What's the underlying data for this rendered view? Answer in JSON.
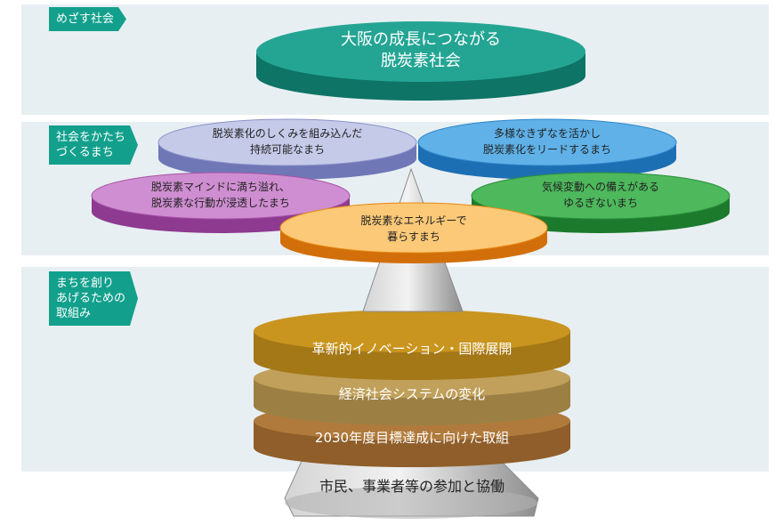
{
  "sections": {
    "goal": "めざす社会",
    "society_line1": "社会をかたち",
    "society_line2": "づくるまち",
    "action_line1": "まちを創り",
    "action_line2": "あげるための",
    "action_line3": "取組み"
  },
  "goal_disc": {
    "line1": "大阪の成長につながる",
    "line2": "脱炭素社会"
  },
  "discs": {
    "sustainable": {
      "line1": "脱炭素化のしくみを組み込んだ",
      "line2": "持続可能なまち"
    },
    "bonds": {
      "line1": "多様なきずなを活かし",
      "line2": "脱炭素化をリードするまち"
    },
    "behavior": {
      "line1": "脱炭素マインドに満ち溢れ、",
      "line2": "脱炭素な行動が浸透したまち"
    },
    "resilient": {
      "line1": "気候変動への備えがある",
      "line2": "ゆるぎないまち"
    },
    "energy": {
      "line1": "脱炭素なエネルギーで",
      "line2": "暮らすまち"
    }
  },
  "layers": {
    "innovation": "革新的イノベーション・国際展開",
    "system": "経済社会システムの変化",
    "target2030": "2030年度目標達成に向けた取組"
  },
  "base": "市民、事業者等の参加と協働",
  "colors": {
    "teal": "#12a08c",
    "band": "#e8eff2",
    "lavender": "#b9bfe0",
    "blue": "#4fa7e3",
    "magenta": "#c07bc3",
    "green": "#36a24a",
    "orange": "#f39c1f",
    "gold1": "#c9951f",
    "gold2": "#c0a05a",
    "brown": "#b07a3c",
    "cone": "#a9a9a9"
  }
}
